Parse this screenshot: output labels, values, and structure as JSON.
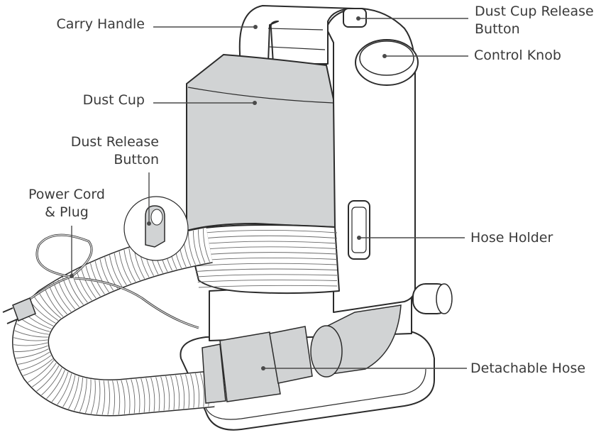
{
  "diagram": {
    "subject": "Portable vacuum cleaner parts overview",
    "colors": {
      "line": "#2b2b2b",
      "label_text": "#3a3a3a",
      "component_fill": "#d1d3d4",
      "background": "#ffffff"
    },
    "callouts": [
      {
        "id": "carry-handle",
        "lines": [
          "Carry Handle"
        ],
        "side": "left"
      },
      {
        "id": "dust-cup",
        "lines": [
          "Dust Cup"
        ],
        "side": "left"
      },
      {
        "id": "dust-release-button",
        "lines": [
          "Dust Release",
          "Button"
        ],
        "side": "left"
      },
      {
        "id": "power-cord-plug",
        "lines": [
          "Power Cord",
          "& Plug"
        ],
        "side": "left"
      },
      {
        "id": "dust-cup-release-button",
        "lines": [
          "Dust Cup Release",
          "Button"
        ],
        "side": "right"
      },
      {
        "id": "control-knob",
        "lines": [
          "Control Knob"
        ],
        "side": "right"
      },
      {
        "id": "hose-holder",
        "lines": [
          "Hose Holder"
        ],
        "side": "right"
      },
      {
        "id": "detachable-hose",
        "lines": [
          "Detachable Hose"
        ],
        "side": "right"
      }
    ]
  }
}
